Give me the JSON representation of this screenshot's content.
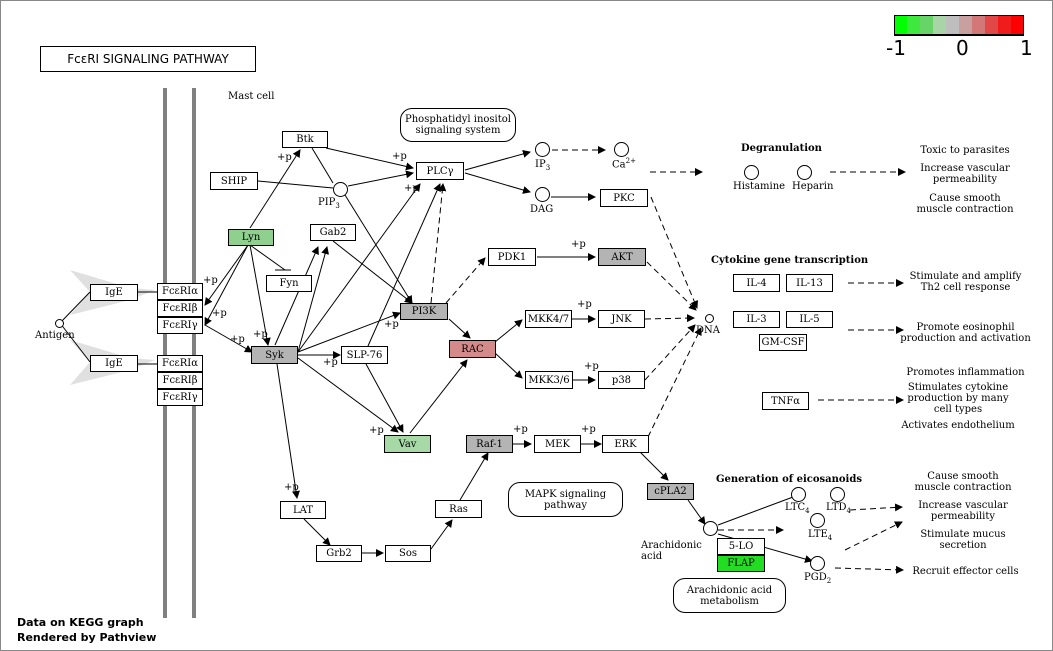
{
  "title": "FcεRI SIGNALING PATHWAY",
  "cell_label": "Mast cell",
  "legend": {
    "ticks": [
      "-1",
      "0",
      "1"
    ],
    "colors": [
      "#00ff00",
      "#3fe83f",
      "#66d466",
      "#a8d4a8",
      "#bebebe",
      "#c8a0a0",
      "#d27878",
      "#e04848",
      "#f01c1c",
      "#ff0000"
    ]
  },
  "colors": {
    "green_hi": "#22dd22",
    "green": "#8fd08f",
    "green_pale": "#a6d9a6",
    "gray": "#b4b4b4",
    "red_pale": "#d48a8a",
    "membrane": "#808080"
  },
  "nodes": {
    "ige1": "IgE",
    "ige2": "IgE",
    "fcria1": "FcεRIα",
    "fcrib1": "FcεRIβ",
    "fcrig1": "FcεRIγ",
    "fcria2": "FcεRIα",
    "fcrib2": "FcεRIβ",
    "fcrig2": "FcεRIγ",
    "btk": "Btk",
    "ship": "SHIP",
    "lyn": "Lyn",
    "gab2": "Gab2",
    "fyn": "Fyn",
    "syk": "Syk",
    "slp76": "SLP-76",
    "plcg": "PLCγ",
    "pi3k": "PI3K",
    "pdk1": "PDK1",
    "akt": "AKT",
    "pkc": "PKC",
    "rac": "RAC",
    "mkk47": "MKK4/7",
    "jnk": "JNK",
    "mkk36": "MKK3/6",
    "p38": "p38",
    "vav": "Vav",
    "raf1": "Raf-1",
    "mek": "MEK",
    "erk": "ERK",
    "cpla2": "cPLA2",
    "lat": "LAT",
    "grb2": "Grb2",
    "sos": "Sos",
    "ras": "Ras",
    "il4": "IL-4",
    "il13": "IL-13",
    "il3": "IL-3",
    "il5": "IL-5",
    "gmcsf": "GM-CSF",
    "tnfa": "TNFα",
    "lo5": "5-LO",
    "flap": "FLAP"
  },
  "compounds": {
    "antigen": "Antigen",
    "pip3": "PIP3",
    "ip3": "IP3",
    "ca": "Ca2+",
    "dag": "DAG",
    "dna": "DNA",
    "histamine": "Histamine",
    "heparin": "Heparin",
    "aa": "Arachidonic\nacid",
    "ltc4": "LTC4",
    "ltd4": "LTD4",
    "lte4": "LTE4",
    "pgd2": "PGD2"
  },
  "maps": {
    "pi": "Phosphatidyl inositol\nsignaling system",
    "mapk": "MAPK signaling\npathway",
    "aam": "Arachidonic acid\nmetabolism"
  },
  "headings": {
    "degran": "Degranulation",
    "cytokine": "Cytokine gene transcription",
    "eicos": "Generation of eicosanoids"
  },
  "effects": {
    "e1": "Toxic to parasites",
    "e2": "Increase vascular\npermeability",
    "e3": "Cause smooth\nmuscle contraction",
    "e4": "Stimulate and amplify\nTh2 cell response",
    "e5": "Promote eosinophil\nproduction and activation",
    "e6": "Promotes inflammation",
    "e7": "Stimulates cytokine\nproduction by many\ncell types",
    "e8": "Activates endothelium",
    "e9": "Cause smooth\nmuscle contraction",
    "e10": "Increase vascular\npermeability",
    "e11": "Stimulate mucus\nsecretion",
    "e12": "Recruit effector cells"
  },
  "plus_p": "+p",
  "footer": {
    "line1": "Data on KEGG graph",
    "line2": "Rendered by Pathview"
  }
}
